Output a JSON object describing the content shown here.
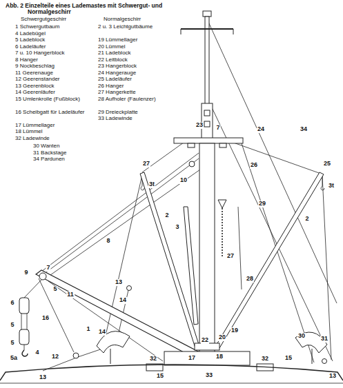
{
  "diagram": {
    "title": "Abb. 2 Einzelteile eines Lademastes mit Schwergut- und Normalgeschirr",
    "labels": [
      "Schwergutgeschirr",
      "Normalgeschirr",
      "1 Schwergutbaum",
      "4 Ladebügel",
      "5 Ladeblock",
      "6 Ladeläufer",
      "7 u. 10 Hangerblock",
      "8 Hanger",
      "9 Nockbeschlag",
      "11 Geerenauge",
      "12 Geerenstander",
      "13 Geerenblock",
      "14 Geerenläufer",
      "15 Umlenkrolle (Fußblock)",
      "16 Scheibgatt für Ladeläufer",
      "17 Lümmellager",
      "18 Lümmel",
      "32 Ladewinde",
      "2 u. 3 Leichtgutbäume",
      "19 Lümmellager",
      "20 Lümmel",
      "21 Ladeblock",
      "22 Leitblock",
      "23 Hangerblock",
      "24 Hangerauge",
      "25 Ladeläufer",
      "26 Hanger",
      "27 Hangerkette",
      "28 Aufholer (Faulenzer)",
      "29 Dreieckplatte",
      "33 Ladewinde",
      "30 Wanten",
      "31 Backstage",
      "34 Pardunen",
      "34",
      "26",
      "23",
      "7",
      "24",
      "27",
      "3t",
      "25",
      "3t",
      "10",
      "8",
      "2",
      "2",
      "3",
      "29",
      "27",
      "28",
      "9",
      "7",
      "5",
      "11",
      "16",
      "6",
      "5",
      "5",
      "4",
      "5a",
      "1",
      "13",
      "14",
      "12",
      "13",
      "14",
      "30",
      "31",
      "13",
      "22",
      "20",
      "19",
      "18",
      "17",
      "15",
      "15",
      "32",
      "33",
      "32"
    ]
  }
}
